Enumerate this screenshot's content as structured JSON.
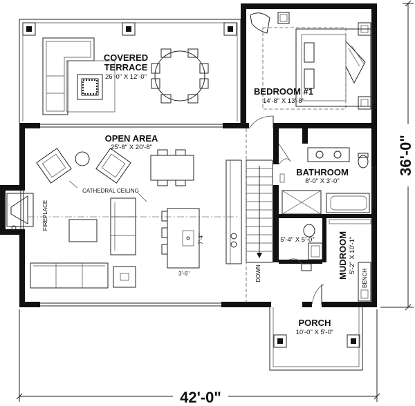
{
  "rooms": {
    "covered_terrace": {
      "name_line1": "COVERED",
      "name_line2": "TERRACE",
      "size": "26'-0\" X 12'-0\""
    },
    "bedroom": {
      "name": "BEDROOM #1",
      "size": "14'-8\" X 13'-8\""
    },
    "open_area": {
      "name": "OPEN AREA",
      "size": "25'-8\" X 20'-8\""
    },
    "bathroom": {
      "name": "BATHROOM",
      "size": "8'-0\" X 3'-0\""
    },
    "laundry": {
      "size": "5'-4\" X 5'-0\""
    },
    "mudroom": {
      "name": "MUDROOM",
      "size": "5'-2\" X 10'-1\""
    },
    "porch": {
      "name": "PORCH",
      "size": "10'-0\" X 5'-0\""
    }
  },
  "labels": {
    "cathedral_ceiling": "CATHEDRAL CEILING",
    "fireplace": "FIREPLACE",
    "down": "DOWN",
    "bench": "BENCH",
    "island_depth": "7'-4\"",
    "island_width": "3'-6\""
  },
  "dimensions": {
    "overall_width": "42'-0\"",
    "overall_depth": "36'-0\""
  }
}
